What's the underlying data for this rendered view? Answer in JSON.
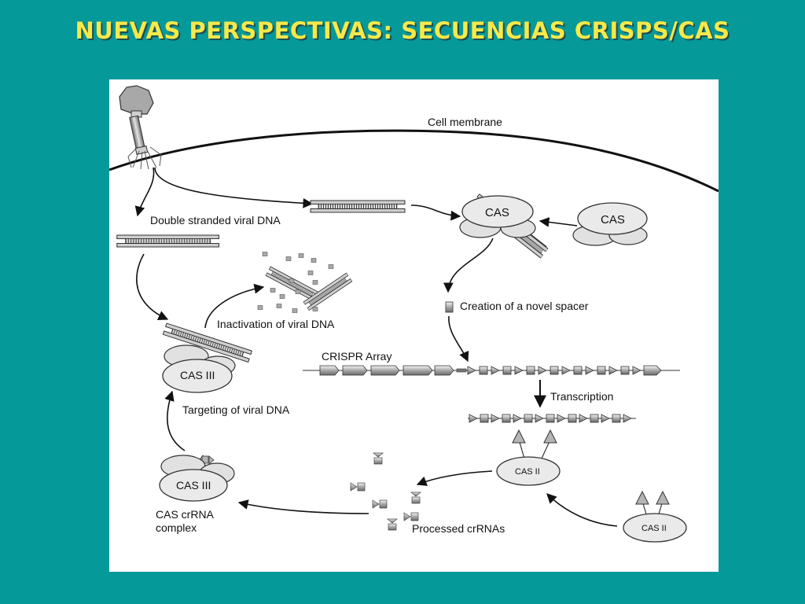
{
  "slide": {
    "title": "NUEVAS PERSPECTIVAS: SECUENCIAS CRISPS/CAS"
  },
  "diagram": {
    "labels": {
      "cell_membrane": "Cell membrane",
      "double_stranded": "Double stranded viral DNA",
      "inactivation": "Inactivation of viral DNA",
      "novel_spacer": "Creation of a novel spacer",
      "crispr_array": "CRISPR Array",
      "transcription": "Transcription",
      "targeting": "Targeting of viral DNA",
      "crrna_line1": "CAS crRNA",
      "crrna_line2": "complex",
      "processed": "Processed crRNAs"
    },
    "proteins": {
      "cas_acquisition": "CAS",
      "cas_free": "CAS",
      "cas3_targeting": "CAS III",
      "cas3_complex": "CAS III",
      "cas2_processing": "CAS II",
      "cas2_free": "CAS II"
    }
  }
}
